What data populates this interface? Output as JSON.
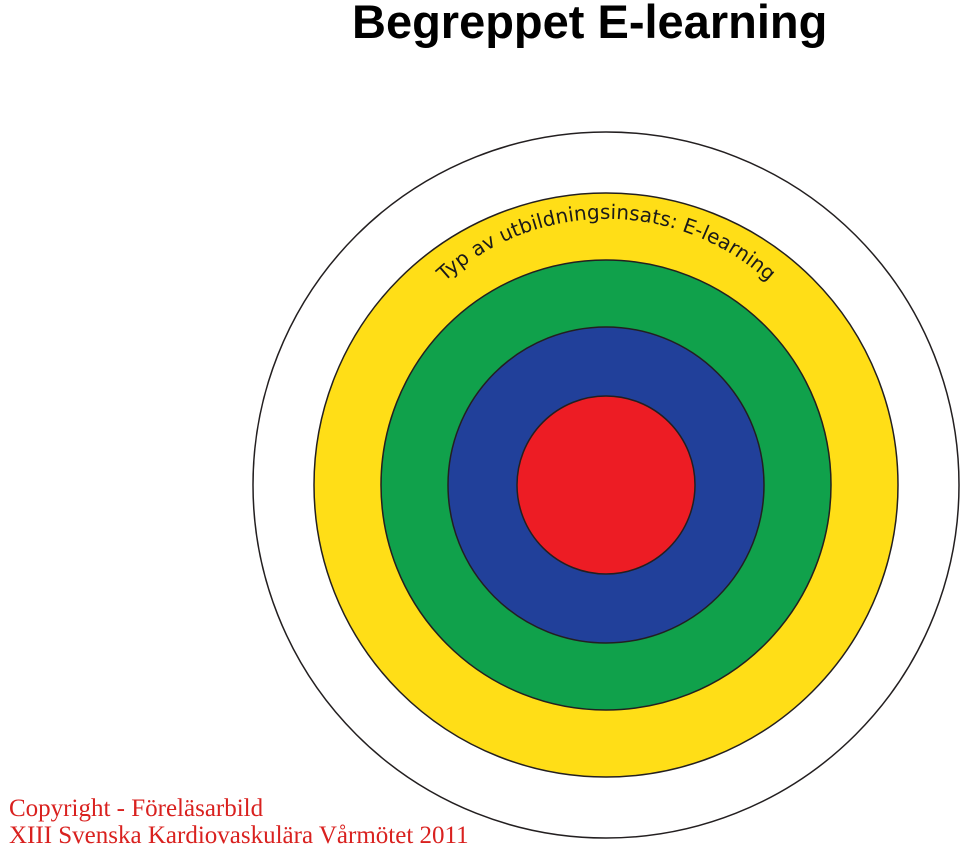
{
  "title": "Begreppet E-learning",
  "diagram": {
    "ring_label": "Typ av utbildningsinsats: E-learning",
    "colors": {
      "outer": "#ffffff",
      "yellow": "#ffde17",
      "green": "#10a14b",
      "blue": "#21409a",
      "red": "#ed1c24",
      "stroke": "#231f20"
    }
  },
  "footer": {
    "line1": "Copyright - Föreläsarbild",
    "line2": "XIII Svenska Kardiovaskulära Vårmötet 2011",
    "color": "#d9211f"
  }
}
